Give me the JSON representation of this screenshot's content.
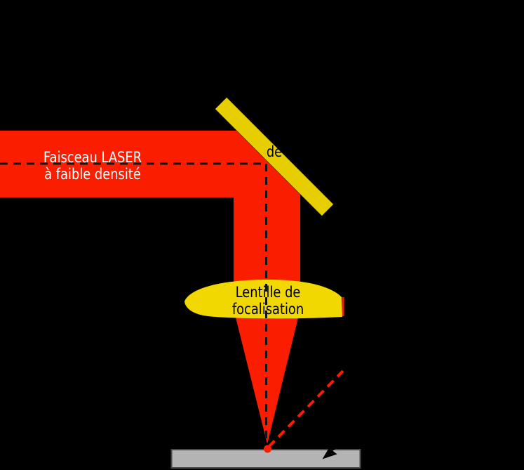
{
  "diagram": {
    "background_color": "#000000",
    "laser_beam": {
      "label_line1": "Faisceau LASER",
      "label_line2": "à faible densité",
      "label_color": "#ffffff",
      "color": "#fb1d00"
    },
    "beam_axis": {
      "style": "dashed",
      "color": "#151515"
    },
    "mirror": {
      "visible_label": "de",
      "color": "#e6ce00"
    },
    "lens": {
      "label_line1": "Lentille de",
      "label_line2": "focalisation",
      "label_color": "#000000",
      "color": "#f0d800"
    },
    "workpiece": {
      "color": "#b4b4b4",
      "border_color": "#4a4a4a"
    },
    "focal_point": {
      "color": "#fb1d00"
    },
    "ejection_trace": {
      "style": "dashed",
      "color": "#fb1d00"
    },
    "feed_arrow": {
      "color": "#000000"
    }
  }
}
